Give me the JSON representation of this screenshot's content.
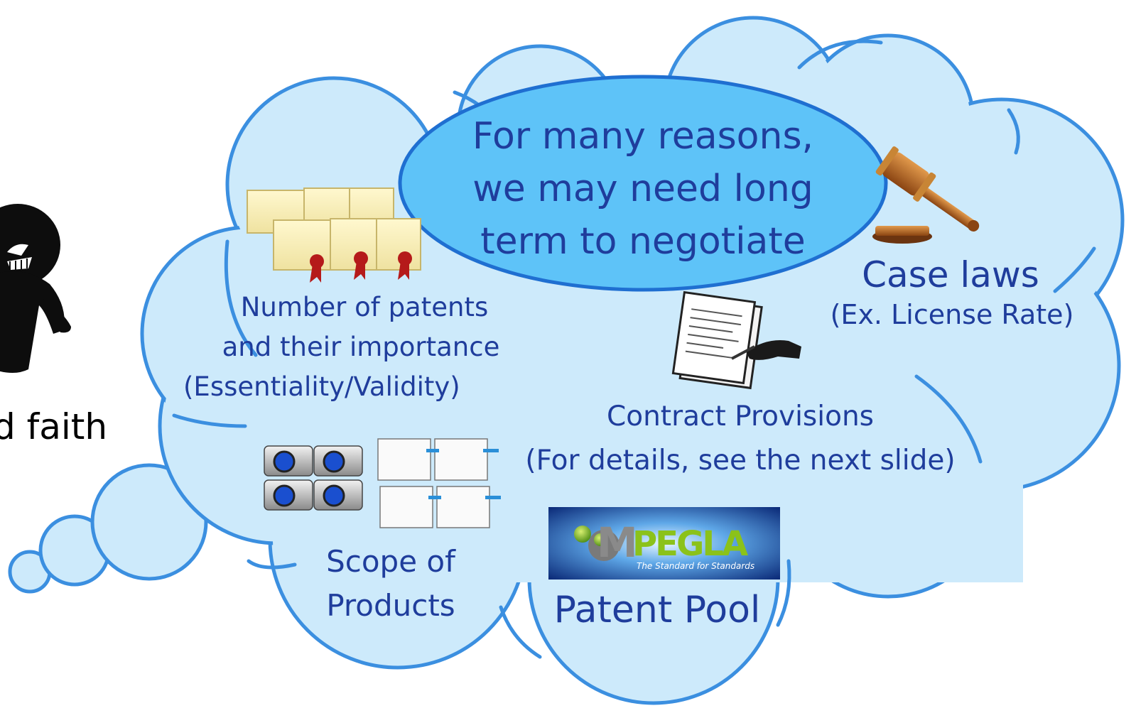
{
  "colors": {
    "cloud_fill": "#cdeafb",
    "cloud_stroke": "#3b8fe0",
    "ellipse_fill": "#5ec3f8",
    "ellipse_stroke": "#1f6fd1",
    "text": "#1f3d9c"
  },
  "left_character": {
    "icon": "villain-figure-icon",
    "caption": "d faith"
  },
  "center_message": {
    "line1": "For many reasons,",
    "line2": "we may need long",
    "line3": "term to negotiate"
  },
  "items": {
    "patents": {
      "icon": "patent-certificates-icon",
      "line1": "Number of patents",
      "line2": "and their importance",
      "line3": "(Essentiality/Validity)"
    },
    "case_laws": {
      "icon": "gavel-icon",
      "title": "Case laws",
      "subtitle": "(Ex. License Rate)"
    },
    "contract": {
      "icon": "contract-signing-icon",
      "line1": "Contract Provisions",
      "line2": "(For details, see the next slide)"
    },
    "products": {
      "icon": "cameras-and-printers-icon",
      "line1": "Scope of",
      "line2": "Products"
    },
    "patent_pool": {
      "logo_text_m": "M",
      "logo_text_rest": "PEGLA",
      "logo_tagline": "The Standard for Standards",
      "title": "Patent Pool"
    }
  }
}
